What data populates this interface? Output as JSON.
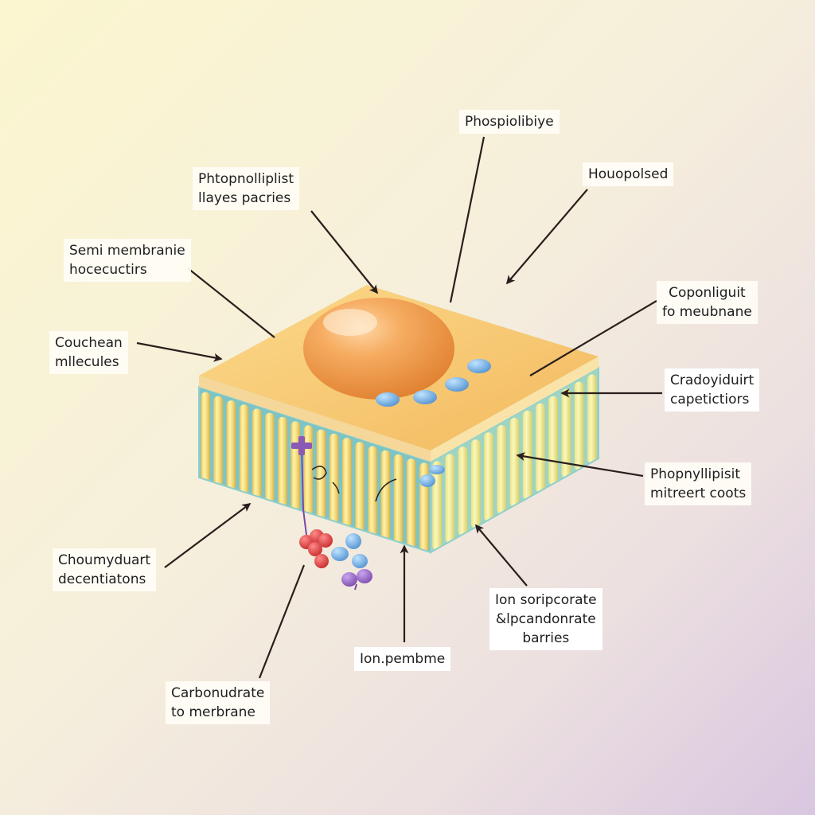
{
  "labels": {
    "phosphoiibiye": {
      "lines": [
        "Phospiolibiye"
      ]
    },
    "houopolsed": {
      "lines": [
        "Houopolsed"
      ]
    },
    "phtopnolliplist": {
      "lines": [
        "Phtopnolliplist",
        "llayes pacries"
      ]
    },
    "semi_membranie": {
      "lines": [
        "Semi membranie",
        "hocecuctirs"
      ]
    },
    "coponliguit": {
      "lines": [
        "Coponliguit",
        "fo meubnane"
      ]
    },
    "couchnean": {
      "lines": [
        "Couchean",
        "mllecules"
      ]
    },
    "cradoyiduirt": {
      "lines": [
        "Cradoyiduirt",
        "capetictiors"
      ]
    },
    "phopnyllipisit": {
      "lines": [
        "Phopnyllipisit",
        "mitreert coots"
      ]
    },
    "choumyduart": {
      "lines": [
        "Choumyduart",
        "decentiatons"
      ]
    },
    "ion_soripcorate": {
      "lines": [
        "Ion soripcorate",
        "&lpcandonrate",
        "barries"
      ]
    },
    "ion_pembme": {
      "lines": [
        "Ion.pembme"
      ]
    },
    "carbonudrate": {
      "lines": [
        "Carbonudrate",
        "to merbrane"
      ]
    }
  },
  "colors": {
    "top_surface": "#f7c873",
    "bilayer_stripe": "#f2df80",
    "head_blue": "#7ec2dc",
    "nucleus_orange": "#f09a4a",
    "protein_blue": "#5f9fd8",
    "carbohydrate_red": "#d93a3a",
    "carbohydrate_purple": "#8a5ab5",
    "arrow": "#2a1f1c"
  }
}
